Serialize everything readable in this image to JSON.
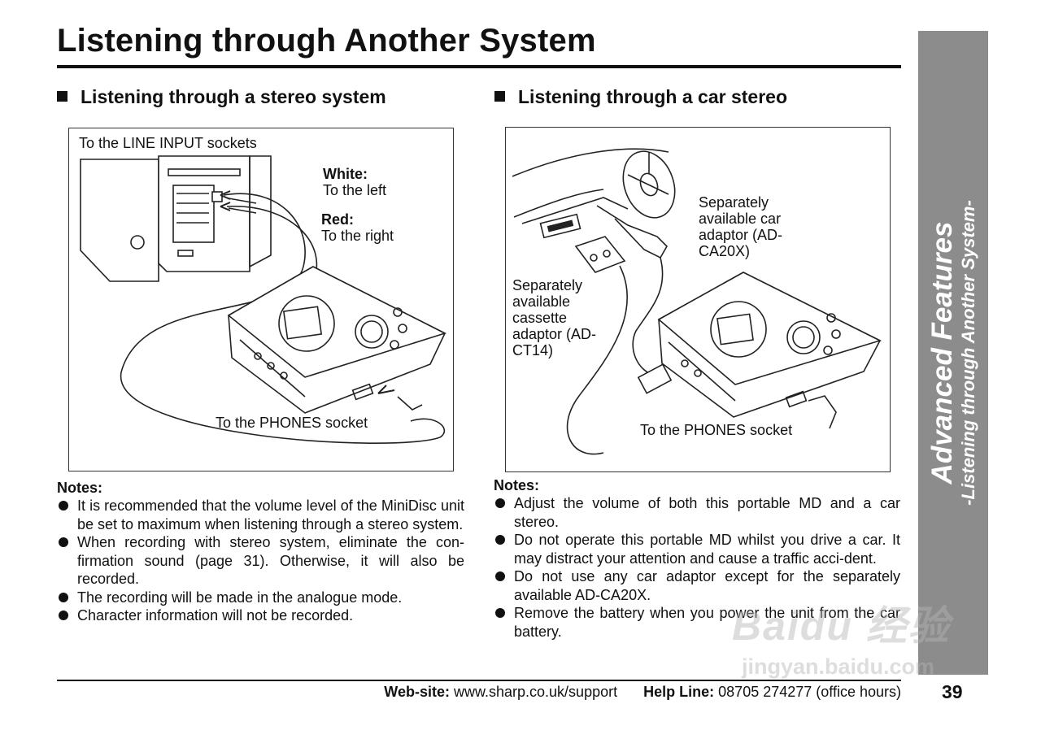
{
  "page": {
    "title": "Listening through Another System",
    "page_number": "39"
  },
  "left_section": {
    "heading": "Listening through a stereo system",
    "labels": {
      "line_input": "To the LINE INPUT sockets",
      "white_title": "White:",
      "white_text": "To the left",
      "red_title": "Red:",
      "red_text": "To the right",
      "phones": "To the  PHONES socket"
    },
    "notes_heading": "Notes:",
    "notes": [
      "It is recommended that the volume level of the MiniDisc unit be set to maximum when listening through a stereo system.",
      "When recording with stereo system, eliminate the con-firmation sound (page 31). Otherwise, it will also be recorded.",
      "The recording will be made in the analogue mode.",
      "Character information will not be recorded."
    ]
  },
  "right_section": {
    "heading": "Listening through a car stereo",
    "labels": {
      "car_adaptor": "Separately available car adaptor (AD-CA20X)",
      "cassette_adaptor": "Separately available cassette adaptor (AD-CT14)",
      "phones": "To the  PHONES socket"
    },
    "notes_heading": "Notes:",
    "notes": [
      "Adjust the volume of both this portable MD and a car stereo.",
      "Do not operate this portable MD whilst you drive a car. It may distract your attention and cause a traffic acci-dent.",
      "Do not use any car adaptor except for the separately available AD-CA20X.",
      "Remove the battery when you power the unit from the car battery."
    ]
  },
  "side_tab": {
    "title": "Advanced Features",
    "subtitle": "-Listening through Another System-"
  },
  "footer": {
    "website_label": "Web-site:",
    "website": "www.sharp.co.uk/support",
    "helpline_label": "Help Line:",
    "helpline": "08705 274277 (office hours)"
  },
  "watermark": {
    "brand": "Baidu 经验",
    "url": "jingyan.baidu.com"
  },
  "colors": {
    "side_tab": "#8c8c8c",
    "text": "#111111"
  }
}
